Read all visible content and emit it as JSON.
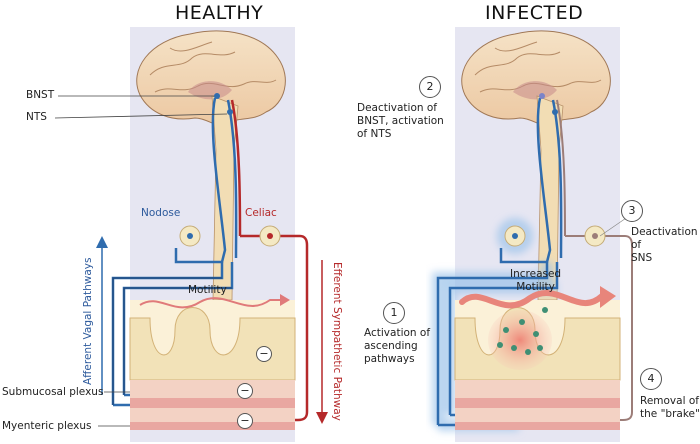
{
  "titles": {
    "healthy": "HEALTHY",
    "infected": "INFECTED"
  },
  "healthy": {
    "bnst": "BNST",
    "nts": "NTS",
    "nodose": "Nodose",
    "celiac": "Celiac",
    "motility": "Motility",
    "afferent": "Afferent Vagal Pathways",
    "efferent": "Efferent Sympathetic Pathway",
    "submucosal": "Submucosal plexus",
    "myenteric": "Myenteric plexus",
    "inhibit_symbol": "−"
  },
  "infected": {
    "increased_motility_line1": "Increased",
    "increased_motility_line2": "Motility",
    "steps": [
      {
        "number": "1",
        "lines": [
          "Activation of",
          "ascending",
          "pathways"
        ]
      },
      {
        "number": "2",
        "lines": [
          "Deactivation of",
          "BNST, activation",
          "of NTS"
        ]
      },
      {
        "number": "3",
        "lines": [
          "Deactivation of",
          "SNS"
        ]
      },
      {
        "number": "4",
        "lines": [
          "Removal of",
          "the \"brake\""
        ]
      }
    ]
  },
  "colors": {
    "vagal_blue": "#2f6cae",
    "sympathetic_red": "#b5292a",
    "panel_lavender": "#e6e6f2",
    "brain": "#f1d9b5",
    "ganglion": "#f4e9c4",
    "mucosa": "#f2e2b8",
    "submucosa": "#f3d2c4",
    "muscle": "#e9a7a1",
    "glow": "#9cc3ea",
    "inflammation": "#f09a8a",
    "pathogen": "#3f8f74",
    "disabled": "#9c7d78"
  }
}
